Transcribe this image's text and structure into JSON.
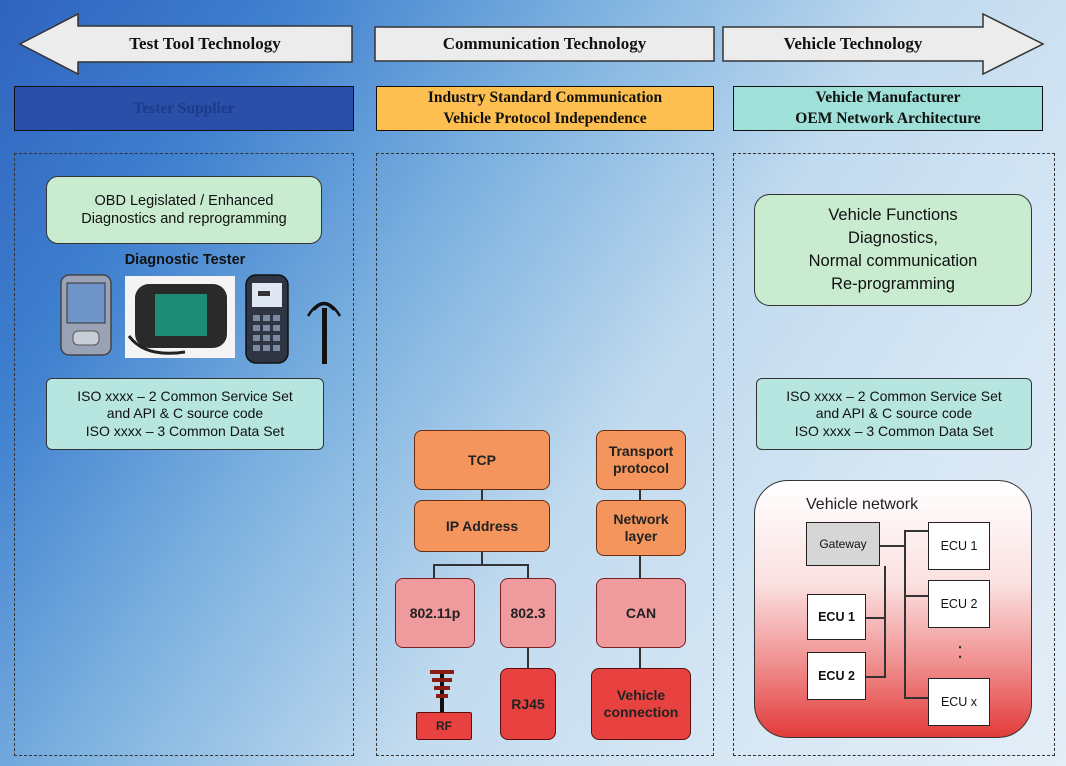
{
  "headers": {
    "left": "Test Tool Technology",
    "center": "Communication Technology",
    "right": "Vehicle Technology"
  },
  "subheaders": {
    "left": "Tester Supplier",
    "center": [
      "Industry Standard Communication",
      "Vehicle Protocol Independence"
    ],
    "right": [
      "Vehicle Manufacturer",
      "OEM Network Architecture"
    ]
  },
  "left": {
    "obd": [
      "OBD Legislated / Enhanced",
      "Diagnostics and reprogramming"
    ],
    "tester_title": "Diagnostic Tester",
    "iso": [
      "ISO xxxx – 2 Common Service Set",
      "and API & C source code",
      "ISO xxxx – 3 Common Data Set"
    ]
  },
  "center": {
    "tcp": "TCP",
    "ip": "IP Address",
    "wifi": "802.11p",
    "ethernet": "802.3",
    "rf": "RF",
    "rj45": "RJ45",
    "transport": [
      "Transport",
      "protocol"
    ],
    "network_layer": [
      "Network",
      "layer"
    ],
    "can": "CAN",
    "vehicle_connection": [
      "Vehicle",
      "connection"
    ]
  },
  "right": {
    "functions": [
      "Vehicle Functions",
      "Diagnostics,",
      "Normal communication",
      "Re-programming"
    ],
    "iso": [
      "ISO xxxx – 2 Common Service Set",
      "and API & C source code",
      "ISO xxxx – 3 Common Data Set"
    ],
    "network_title": "Vehicle network",
    "gateway": "Gateway",
    "ecu_left_1": "ECU 1",
    "ecu_left_2": "ECU 2",
    "ecu_right_1": "ECU 1",
    "ecu_right_2": "ECU 2",
    "ecu_dots": ":",
    "ecu_right_x": "ECU x"
  },
  "colors": {
    "background_left": "#2f63bf",
    "background_right": "#e3eef7",
    "tester_supplier": "#2a4fa8",
    "industry_standard": "#fdbf4f",
    "vehicle_manufacturer": "#9fe0d9",
    "orange_box": "#f3955c",
    "pink_box": "#ef9a9d",
    "red_box": "#e7423f",
    "green_box": "#c9ecd0",
    "teal_box": "#b6e6df"
  },
  "icons": [
    "pda-device-icon",
    "scan-tool-icon",
    "handheld-tester-icon",
    "wireless-antenna-icon",
    "rf-antenna-icon"
  ]
}
